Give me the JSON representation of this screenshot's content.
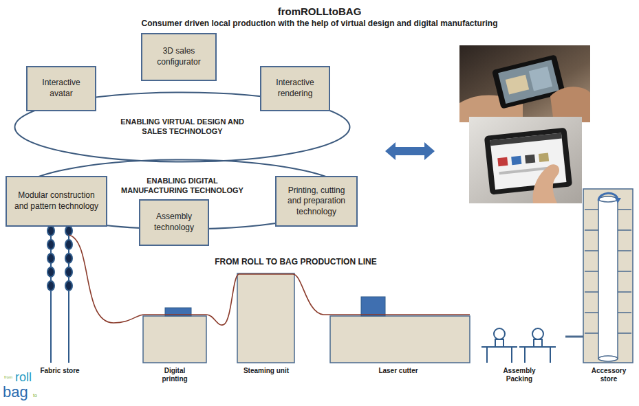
{
  "diagram": {
    "title": "fromROLLtoBAG",
    "nodes": [
      {
        "text": [
          "3D sales configurator"
        ]
      },
      {
        "text": [
          "Interactive avatar"
        ]
      },
      {
        "text": [
          "Interactive rendering"
        ]
      },
      {
        "text": [
          "ENABLING VIRTUAL DESIGN AND SALES TECHNOLOGY"
        ]
      },
      {
        "text": [
          "ENABLING DIGITAL MANUFACTURING TECHNOLOGY"
        ]
      },
      {
        "text": [
          "Modular construction and pattern technology"
        ]
      },
      {
        "text": [
          "Assembly technology"
        ]
      },
      {
        "text": [
          "Printing, cutting and preparation technology"
        ]
      }
    ],
    "labels": [
      "Consumer driven local production with the help of virtual design and digital manufacturing",
      "FROM ROLL TO BAG PRODUCTION LINE",
      "Fabric store",
      "Digital printing",
      "Steaming unit",
      "Laser cutter",
      "Assembly Packing",
      "Accessory store",
      "from",
      "roll",
      "to",
      "bag"
    ]
  }
}
